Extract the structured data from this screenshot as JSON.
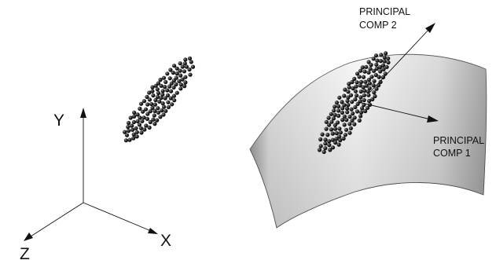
{
  "axes": {
    "y_label": "Y",
    "x_label": "X",
    "z_label": "Z"
  },
  "principal_components": {
    "pc2_line1": "PRINCIPAL",
    "pc2_line2": "COMP 2",
    "pc1_line1": "PRINCIPAL",
    "pc1_line2": "COMP 1"
  },
  "colors": {
    "ink": "#111111",
    "dot": "#1a1a1a",
    "surface_light": "#f2f2f2",
    "surface_dark": "#9a9a9a"
  }
}
